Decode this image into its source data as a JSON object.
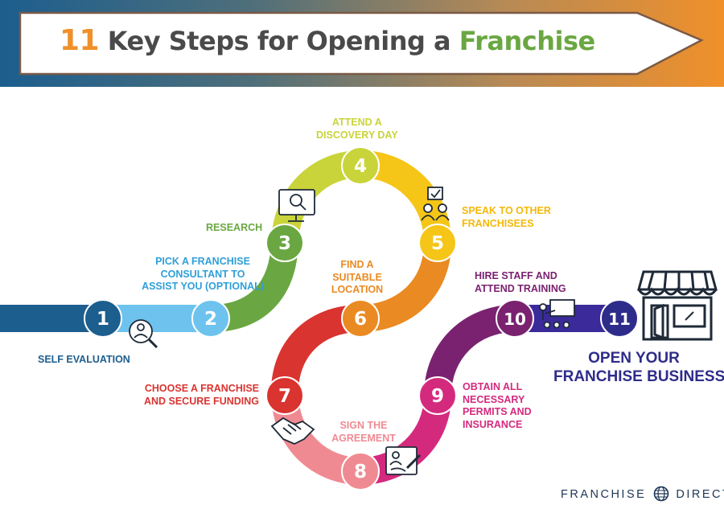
{
  "title": {
    "number": "11",
    "text": "Key Steps for Opening a",
    "accent": "Franchise"
  },
  "steps": [
    {
      "n": "1",
      "label": "SELF EVALUATION",
      "color": "#1c5e8e"
    },
    {
      "n": "2",
      "label": "PICK A FRANCHISE CONSULTANT TO ASSIST YOU (OPTIONAL)",
      "lines": [
        "PICK A FRANCHISE",
        "CONSULTANT TO",
        "ASSIST YOU (OPTIONAL)"
      ],
      "color": "#6ec3ee"
    },
    {
      "n": "3",
      "label": "RESEARCH",
      "color": "#6aa742"
    },
    {
      "n": "4",
      "lines": [
        "ATTEND A",
        "DISCOVERY DAY"
      ],
      "color": "#c9d43a"
    },
    {
      "n": "5",
      "lines": [
        "SPEAK TO OTHER",
        "FRANCHISEES"
      ],
      "color": "#f5c518"
    },
    {
      "n": "6",
      "lines": [
        "FIND A",
        "SUITABLE",
        "LOCATION"
      ],
      "color": "#ea8a22"
    },
    {
      "n": "7",
      "lines": [
        "CHOOSE A FRANCHISE",
        "AND SECURE FUNDING"
      ],
      "color": "#d93430"
    },
    {
      "n": "8",
      "lines": [
        "SIGN THE",
        "AGREEMENT"
      ],
      "color": "#f08a92"
    },
    {
      "n": "9",
      "lines": [
        "OBTAIN ALL",
        "NECESSARY",
        "PERMITS AND",
        "INSURANCE"
      ],
      "color": "#d42a7e"
    },
    {
      "n": "10",
      "lines": [
        "HIRE STAFF AND",
        "ATTEND TRAINING"
      ],
      "color": "#7a2270"
    },
    {
      "n": "11",
      "lines": [
        "OPEN YOUR",
        "FRANCHISE BUSINESS"
      ],
      "color": "#2e2c8a"
    }
  ],
  "brand": {
    "left": "FRANCHISE",
    "right": "DIRECT"
  },
  "icons": [
    "magnifier-person-icon",
    "computer-search-icon",
    "checklist-people-icon",
    "handshake-icon",
    "signed-document-icon",
    "trainer-board-icon",
    "storefront-icon",
    "globe-icon"
  ]
}
